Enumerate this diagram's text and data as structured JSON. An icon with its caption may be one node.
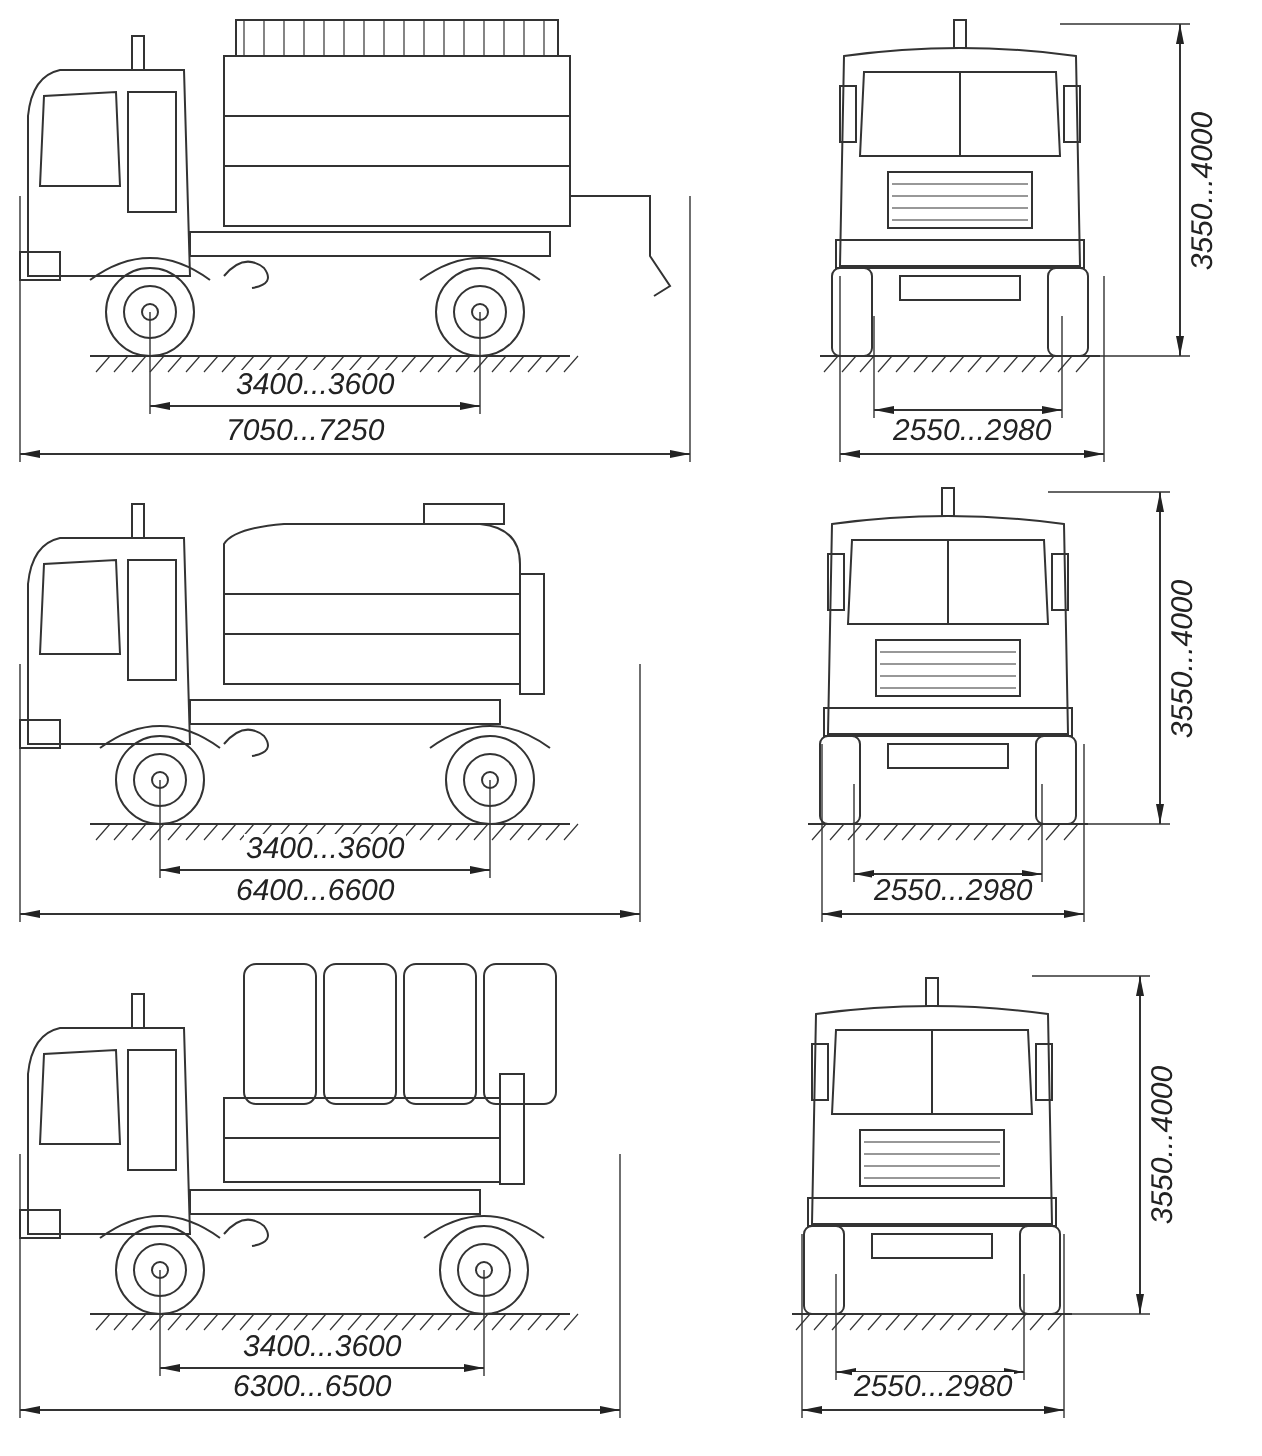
{
  "diagram": {
    "labels": [
      "3400...3600",
      "7050...7250",
      "2550...2980",
      "3550...4000",
      "3400...3600",
      "6400...6600",
      "2550...2980",
      "3550...4000",
      "3400...3600",
      "6300...6500",
      "2550...2980",
      "3550...4000"
    ]
  }
}
